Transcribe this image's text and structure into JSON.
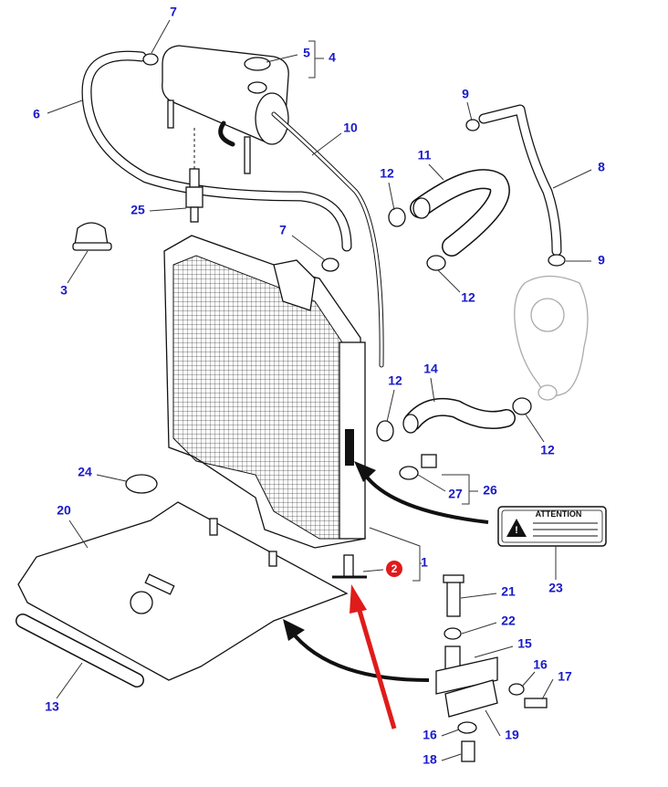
{
  "diagram": {
    "label_color": "#1a1ac8",
    "highlight_color": "#e01b1b",
    "callouts": [
      {
        "id": "c7a",
        "text": "7"
      },
      {
        "id": "c5",
        "text": "5"
      },
      {
        "id": "c4",
        "text": "4"
      },
      {
        "id": "c6",
        "text": "6"
      },
      {
        "id": "c10",
        "text": "10"
      },
      {
        "id": "c9a",
        "text": "9"
      },
      {
        "id": "c11",
        "text": "11"
      },
      {
        "id": "c12a",
        "text": "12"
      },
      {
        "id": "c8",
        "text": "8"
      },
      {
        "id": "c25",
        "text": "25"
      },
      {
        "id": "c7b",
        "text": "7"
      },
      {
        "id": "c9b",
        "text": "9"
      },
      {
        "id": "c3",
        "text": "3"
      },
      {
        "id": "c12b",
        "text": "12"
      },
      {
        "id": "c14",
        "text": "14"
      },
      {
        "id": "c12c",
        "text": "12"
      },
      {
        "id": "c12d",
        "text": "12"
      },
      {
        "id": "c26",
        "text": "26"
      },
      {
        "id": "c27",
        "text": "27"
      },
      {
        "id": "c24",
        "text": "24"
      },
      {
        "id": "c20",
        "text": "20"
      },
      {
        "id": "c1",
        "text": "1"
      },
      {
        "id": "c23",
        "text": "23"
      },
      {
        "id": "c21",
        "text": "21"
      },
      {
        "id": "c22",
        "text": "22"
      },
      {
        "id": "c15",
        "text": "15"
      },
      {
        "id": "c16a",
        "text": "16"
      },
      {
        "id": "c17",
        "text": "17"
      },
      {
        "id": "c16b",
        "text": "16"
      },
      {
        "id": "c19",
        "text": "19"
      },
      {
        "id": "c18",
        "text": "18"
      },
      {
        "id": "c13",
        "text": "13"
      }
    ],
    "highlight_callout": "2",
    "warning_label": {
      "title": "ATTENTION",
      "icon": "warning-triangle-icon"
    }
  }
}
